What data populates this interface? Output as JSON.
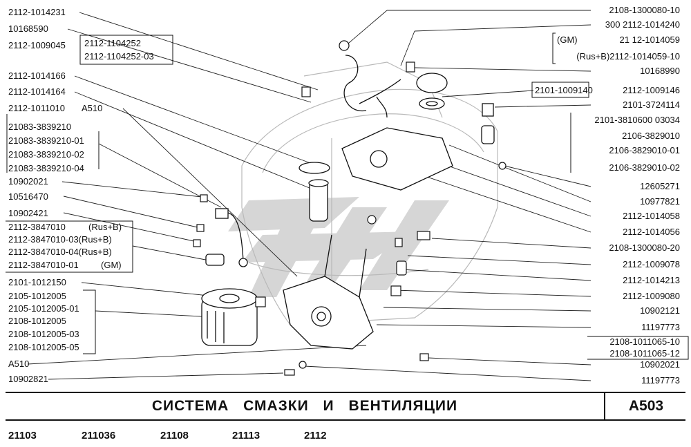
{
  "labels_left": [
    "2112-1014231",
    "10168590",
    "2112-1009045",
    "2112-1014166",
    "2112-1014164",
    "2112-1011010",
    "A510",
    "21083-3839210",
    "21083-3839210-01",
    "21083-3839210-02",
    "21083-3839210-04",
    "10902021",
    "10516470",
    "10902421",
    "2112-3847010",
    "(Rus+B)",
    "2112-3847010-03(Rus+B)",
    "2112-3847010-04(Rus+B)",
    "2112-3847010-01",
    "(GM)",
    "2101-1012150",
    "2105-1012005",
    "2105-1012005-01",
    "2108-1012005",
    "2108-1012005-03",
    "2108-1012005-05",
    "A510",
    "10902821"
  ],
  "labels_center": [
    "2112-1104252",
    "2112-1104252-03"
  ],
  "labels_right": [
    "2108-1300080-10",
    "300 2112-1014240",
    "(GM)",
    "21 12-1014059",
    "(Rus+B)2112-1014059-10",
    "10168990",
    "2101-1009140",
    "2112-1009146",
    "2101-3724114",
    "2101-3810600 03034",
    "2106-3829010",
    "2106-3829010-01",
    "2106-3829010-02",
    "12605271",
    "10977821",
    "2112-1014058",
    "2112-1014056",
    "2108-1300080-20",
    "2112-1009078",
    "2112-1014213",
    "2112-1009080",
    "10902121",
    "11197773",
    "2108-1011065-10",
    "2108-1011065-12",
    "10902021",
    "11197773"
  ],
  "title": "СИСТЕМА СМАЗКИ И ВЕНТИЛЯЦИИ",
  "section_code": "A503",
  "models": [
    "21103",
    "211036",
    "21108",
    "21113",
    "2112"
  ]
}
